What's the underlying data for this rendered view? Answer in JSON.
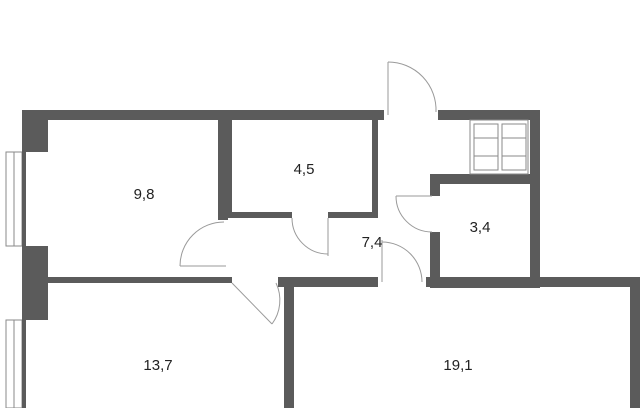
{
  "rooms": [
    {
      "id": "room-bedroom",
      "area": "9,8"
    },
    {
      "id": "room-storage",
      "area": "4,5"
    },
    {
      "id": "room-hall",
      "area": "7,4"
    },
    {
      "id": "room-bathroom",
      "area": "3,4"
    },
    {
      "id": "room-living",
      "area": "13,7"
    },
    {
      "id": "room-kitchen",
      "area": "19,1"
    }
  ],
  "colors": {
    "wall": "#5b5b5b",
    "background": "#ffffff",
    "label": "#222222"
  }
}
